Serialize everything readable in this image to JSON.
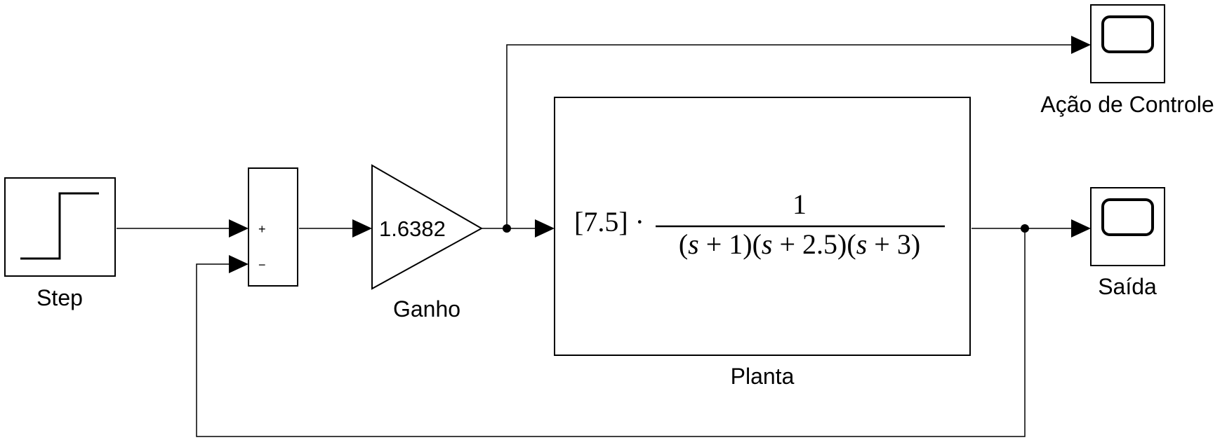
{
  "blocks": {
    "step": {
      "label": "Step"
    },
    "sum": {
      "plus_sign": "+",
      "minus_sign": "−"
    },
    "gain": {
      "value": "1.6382",
      "label": "Ganho"
    },
    "plant": {
      "label": "Planta",
      "prefix": "[7.5] ·",
      "numerator": "1",
      "denominator": [
        "(",
        "s",
        " + 1)(",
        "s",
        " + 2.5)(",
        "s",
        " + 3)"
      ]
    },
    "scope_control": {
      "label": "Ação de Controle"
    },
    "scope_output": {
      "label": "Saída"
    }
  }
}
